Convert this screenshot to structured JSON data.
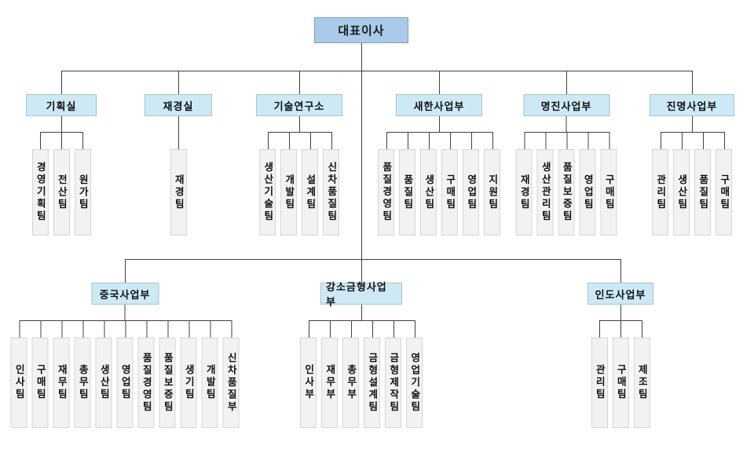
{
  "root": {
    "label": "대표이사"
  },
  "row1": [
    {
      "label": "기획실",
      "teams": [
        "경영기획팀",
        "전산팀",
        "원가팀"
      ]
    },
    {
      "label": "재경실",
      "teams": [
        "재경팀"
      ]
    },
    {
      "label": "기술연구소",
      "teams": [
        "생산기술팀",
        "개발팀",
        "설계팀",
        "신차품질팀"
      ]
    },
    {
      "label": "새한사업부",
      "teams": [
        "품질경영팀",
        "품질팀",
        "생산팀",
        "구매팀",
        "영업팀",
        "지원팀"
      ]
    },
    {
      "label": "명진사업부",
      "teams": [
        "재경팀",
        "생산관리팀",
        "품질보증팀",
        "영업팀",
        "구매팀"
      ]
    },
    {
      "label": "진명사업부",
      "teams": [
        "관리팀",
        "생산팀",
        "품질팀",
        "구매팀"
      ]
    }
  ],
  "row2": [
    {
      "label": "중국사업부",
      "teams": [
        "인사팀",
        "구매팀",
        "재무팀",
        "총무팀",
        "생산팀",
        "영업팀",
        "품질경영팀",
        "품질보증팀",
        "생기팀",
        "개발팀",
        "신차품질부"
      ]
    },
    {
      "label": "강소금형사업부",
      "teams": [
        "인사부",
        "재무부",
        "총무부",
        "금형설계팀",
        "금형제작팀",
        "영업기술팀"
      ]
    },
    {
      "label": "인도사업부",
      "teams": [
        "관리팀",
        "구매팀",
        "제조팀"
      ]
    }
  ],
  "colors": {
    "root_fill": "#a9cbe9",
    "division_fill": "#cdeaf4",
    "team_fill": "#f2f2f2",
    "line": "#404040"
  }
}
